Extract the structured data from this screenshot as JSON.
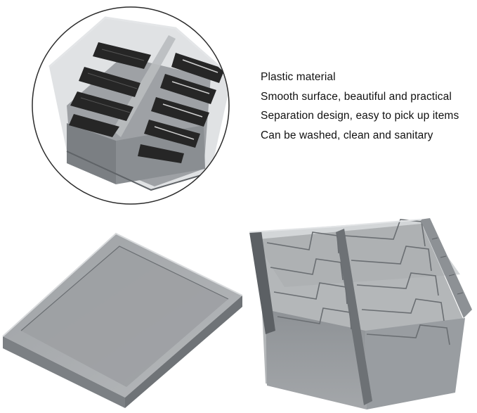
{
  "features": [
    "Plastic material",
    "Smooth surface, beautiful and practical",
    "Separation design, easy to pick up items",
    "Can be washed, clean and sanitary"
  ],
  "colors": {
    "plastic_dark": "#6b6f73",
    "plastic_mid": "#9a9ea2",
    "plastic_light": "#c9cccf",
    "comb_black": "#2a2a2a",
    "background": "#ffffff"
  }
}
